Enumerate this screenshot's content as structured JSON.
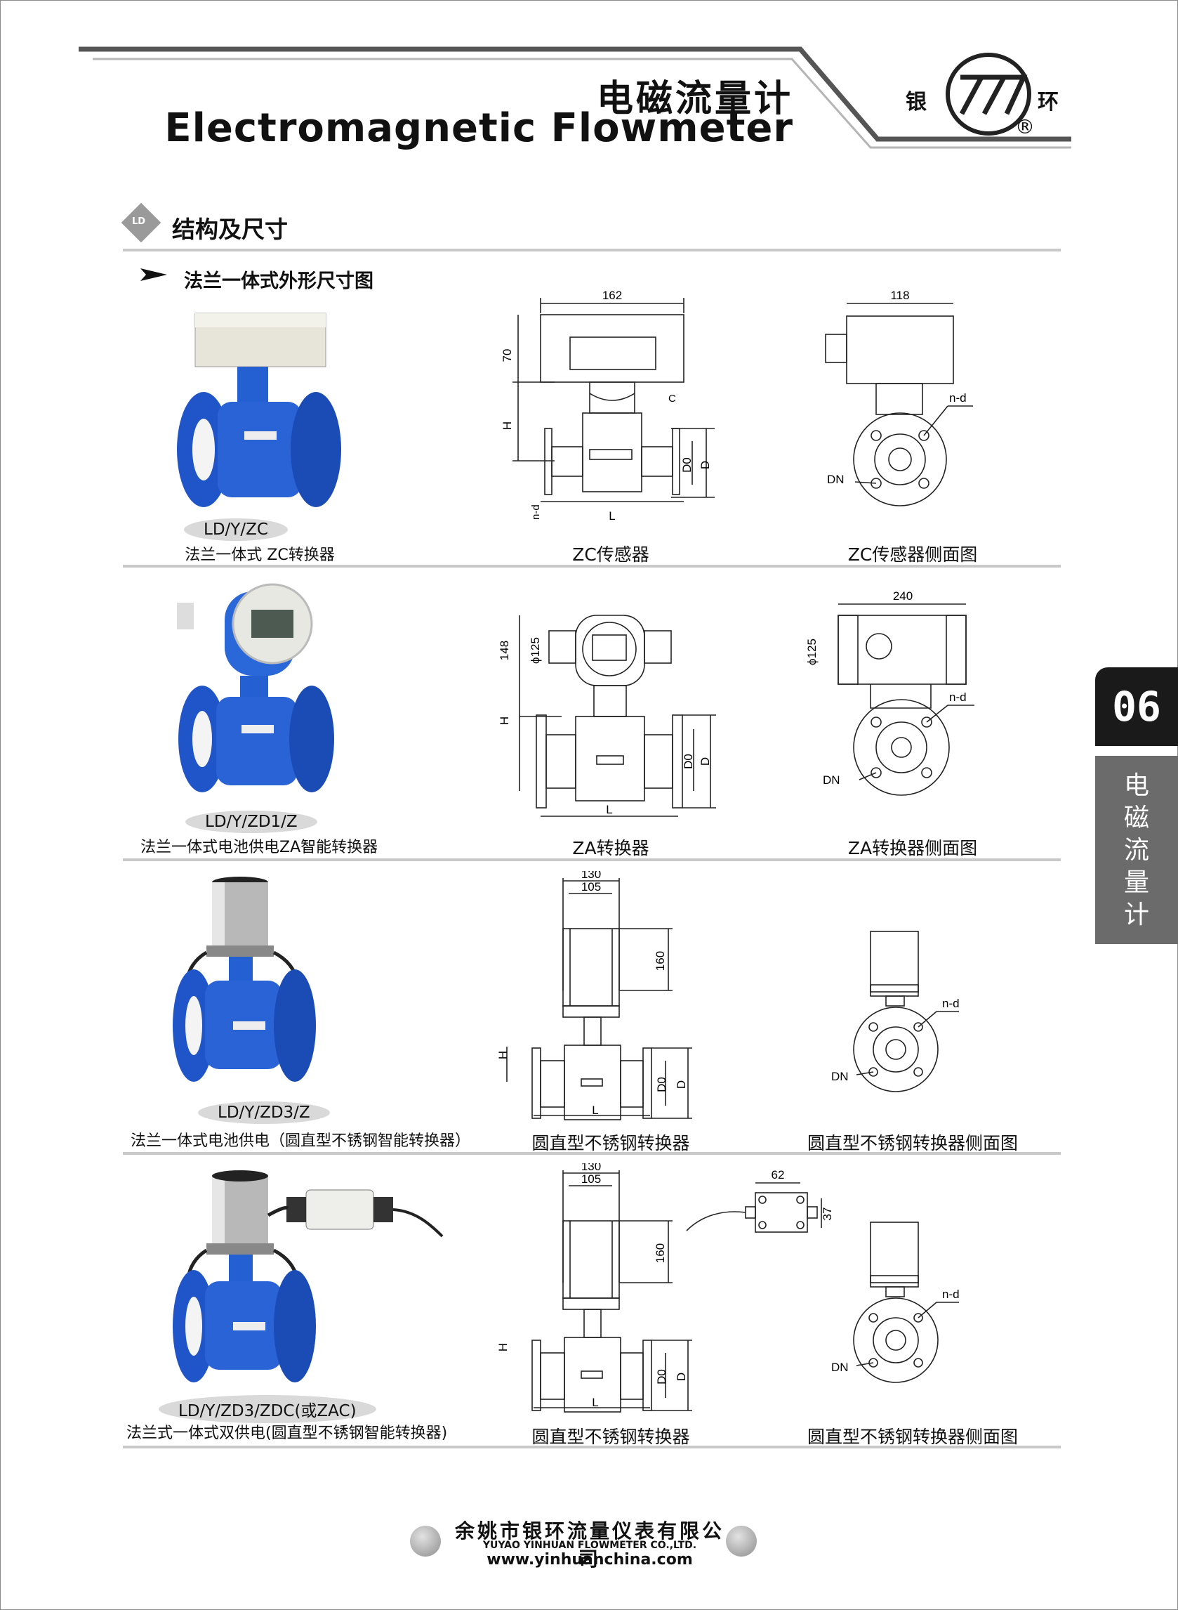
{
  "header": {
    "title_cn": "电磁流量计",
    "title_en": "Electromagnetic Flowmeter",
    "brand_left": "银",
    "brand_right": "环",
    "registered": "®"
  },
  "section": {
    "badge": "LD",
    "title": "结构及尺寸",
    "subtitle": "法兰一体式外形尺寸图"
  },
  "side_tab": {
    "number": "06",
    "text": "电磁流量计"
  },
  "rows": [
    {
      "model": "LD/Y/ZC",
      "description": "法兰一体式 ZC转换器",
      "drawing_front": "ZC传感器",
      "drawing_side": "ZC传感器侧面图",
      "dims": {
        "width": "162",
        "side_width": "118",
        "height": "70",
        "h": "H",
        "d0": "D0",
        "d": "D",
        "l": "L",
        "c": "C",
        "nd": "n-d",
        "dn": "DN"
      }
    },
    {
      "model": "LD/Y/ZD1/Z",
      "description": "法兰一体式电池供电ZA智能转换器",
      "drawing_front": "ZA转换器",
      "drawing_side": "ZA转换器侧面图",
      "dims": {
        "height": "148",
        "phi": "ϕ125",
        "side_phi": "ϕ125",
        "side_width": "240",
        "h": "H",
        "d0": "D0",
        "d": "D",
        "l": "L",
        "nd": "n-d",
        "dn": "DN"
      }
    },
    {
      "model": "LD/Y/ZD3/Z",
      "description": "法兰一体式电池供电（圆直型不锈钢智能转换器）",
      "drawing_front": "圆直型不锈钢转换器",
      "drawing_side": "圆直型不锈钢转换器侧面图",
      "dims": {
        "w1": "130",
        "w2": "105",
        "height": "160",
        "h": "H",
        "d0": "D0",
        "d": "D",
        "l": "L",
        "nd": "n-d",
        "dn": "DN"
      }
    },
    {
      "model": "LD/Y/ZD3/ZDC(或ZAC)",
      "description": "法兰式一体式双供电(圆直型不锈钢智能转换器)",
      "drawing_front": "圆直型不锈钢转换器",
      "drawing_side": "圆直型不锈钢转换器侧面图",
      "dims": {
        "w1": "130",
        "w2": "105",
        "height": "160",
        "box_w": "62",
        "box_h": "37",
        "h": "H",
        "d0": "D0",
        "d": "D",
        "l": "L",
        "nd": "n-d",
        "dn": "DN"
      }
    }
  ],
  "footer": {
    "company_cn": "余姚市银环流量仪表有限公司",
    "company_en": "YUYAO YINHUAN FLOWMETER CO.,LTD.",
    "url": "www.yinhuanchina.com"
  },
  "colors": {
    "product_blue": "#1f55c8",
    "header_rule": "#555555",
    "side_dark": "#1a1a1a",
    "side_gray": "#6b6b6b"
  }
}
